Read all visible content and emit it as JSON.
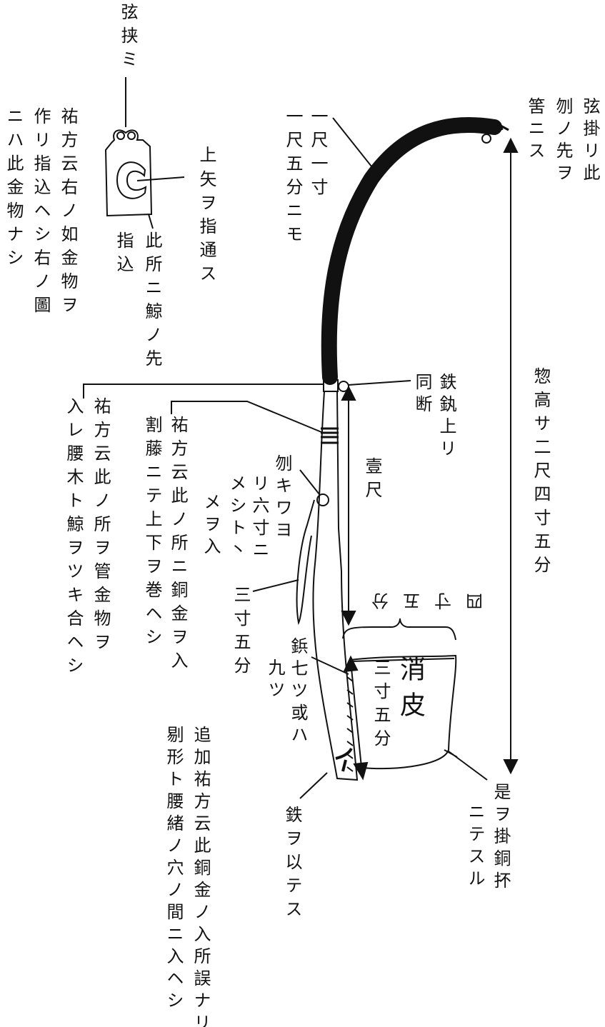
{
  "labels": {
    "tsuru_hasami": [
      "弦",
      "挟",
      "ミ"
    ],
    "yuhokata_note": [
      "ニハ此金物ナシ",
      "作リ指込ヘシ右ノ圖",
      "祐方云右ノ如金物ヲ"
    ],
    "ue_yahazu": [
      "上",
      "矢ヲ指通ス"
    ],
    "koko_kujira": [
      "指込",
      "此所ニ鯨ノ先"
    ],
    "ichi_shaku": [
      "一尺五分ニモ",
      "一尺一寸"
    ],
    "tsurukake": [
      "弦掛リ此",
      "刎ノ先ヲ",
      "筈ニス"
    ],
    "sou_takasa": "惣高サ二尺四寸五分",
    "tetsu_kan": [
      "鉄釻上リ",
      "同断"
    ],
    "koshigi_note": [
      "祐方云此ノ所ヲ管金物ヲ",
      "入レ腰木ト鯨ヲツキ合ヘシ"
    ],
    "wari_to_note": [
      "祐方云此ノ所ニ銅金ヲ入",
      "割藤ニテ上下ヲ巻ヘシ"
    ],
    "ichi_shaku_short": "壹尺",
    "hane_note": [
      "刎キワヨ",
      "リ六寸ニ",
      "メシト丶",
      "メヲ入"
    ],
    "sansun_gobu_a": "三寸五分",
    "shisun_gobu": "四寸五分",
    "byou_note": [
      "鋲七ツ或ハ",
      "九ツ"
    ],
    "sansun_gobu_b": "三寸五分",
    "keshigawa": [
      "消",
      "皮"
    ],
    "tsuika_note": [
      "追加祐方云此銅金ノ入所誤ナリ",
      "剔形ト腰緒ノ穴ノ間ニ入ヘシ"
    ],
    "tetsu_wo": "鉄ヲ以テス",
    "kore_wo": [
      "是ヲ掛銅抔",
      "ニテスル"
    ]
  },
  "colors": {
    "ink": "#111111",
    "background": "#ffffff"
  }
}
